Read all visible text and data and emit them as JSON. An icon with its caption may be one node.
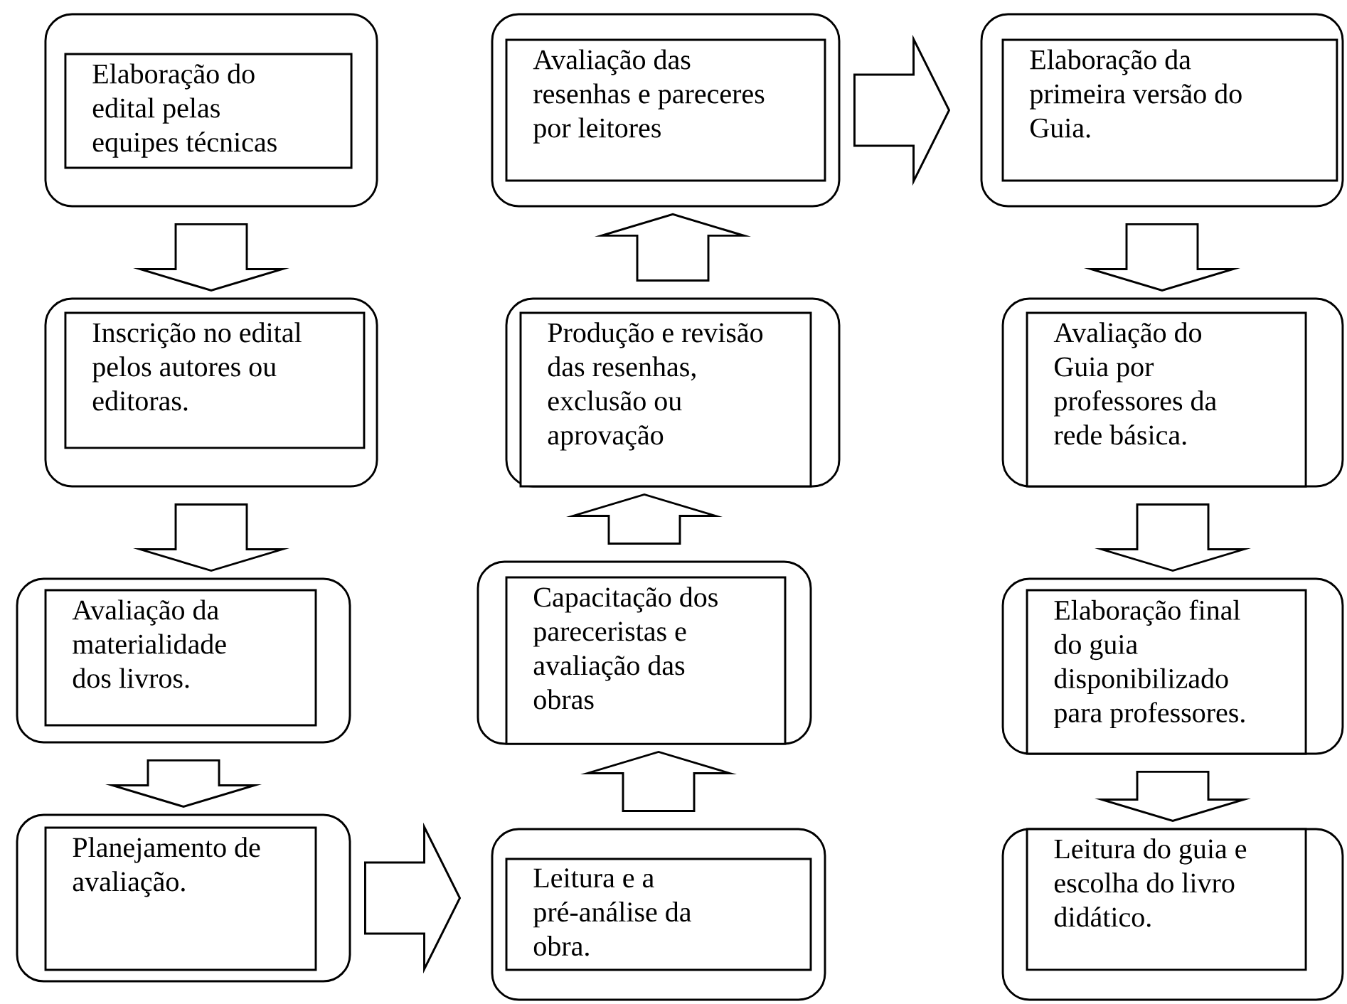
{
  "diagram": {
    "nodes": [
      {
        "text": [],
        "shape": "box"
      },
      {
        "text": [
          "Elaboração do edital pelas equipes técnicas"
        ],
        "in": 0
      },
      {
        "text": [],
        "shape": "box"
      },
      {
        "text": [
          "Inscrição no edital pelos autores ou editoras."
        ],
        "in": 2
      },
      {
        "text": [],
        "shape": "box"
      },
      {
        "text": [
          "Avaliação da materialidade dos livros."
        ],
        "in": 4
      },
      {
        "text": [],
        "shape": "box"
      },
      {
        "text": [
          "Planejamento de avaliação."
        ],
        "in": 6
      },
      {
        "text": [],
        "shape": "box"
      },
      {
        "text": [
          "Leitura e a pré-análise da obra."
        ],
        "in": 8
      },
      {
        "text": [],
        "shape": "box"
      },
      {
        "text": [
          "Capacitação dos pareceristas e avaliação das obras"
        ],
        "in": 10
      },
      {
        "text": [],
        "shape": "box"
      },
      {
        "text": [
          "Produção e revisão das resenhas, exclusão ou aprovação"
        ],
        "in": 12
      },
      {
        "text": [],
        "shape": "box"
      },
      {
        "text": [
          "Avaliação das resenhas e pareceres por leitores"
        ],
        "in": 14
      },
      {
        "text": [],
        "shape": "box"
      },
      {
        "text": [
          "Elaboração da primeira versão do Guia."
        ],
        "in": 16
      },
      {
        "text": [],
        "shape": "box"
      },
      {
        "text": [
          "Avaliação do Guia por professores da rede básica."
        ],
        "in": 18
      },
      {
        "text": [],
        "shape": "box"
      },
      {
        "text": [
          "Elaboração final do guia disponibilizado para professores."
        ],
        "in": 20
      },
      {
        "text": [],
        "shape": "box"
      },
      {
        "text": [
          "Leitura do guia e escolha do livro didático."
        ],
        "in": 22
      }
    ],
    "edges": [
      {
        "from": 0,
        "to": 2,
        "arrow": "to"
      },
      {
        "from": 2,
        "to": 4,
        "arrow": "to"
      },
      {
        "from": 4,
        "to": 6,
        "arrow": "to"
      },
      {
        "from": 6,
        "to": 8,
        "arrow": "to"
      },
      {
        "from": 8,
        "to": 10,
        "arrow": "to"
      },
      {
        "from": 10,
        "to": 12,
        "arrow": "to"
      },
      {
        "from": 12,
        "to": 14,
        "arrow": "to"
      },
      {
        "from": 14,
        "to": 16,
        "arrow": "to"
      },
      {
        "from": 16,
        "to": 18,
        "arrow": "to"
      },
      {
        "from": 18,
        "to": 20,
        "arrow": "to"
      },
      {
        "from": 20,
        "to": 22,
        "arrow": "to"
      }
    ]
  }
}
